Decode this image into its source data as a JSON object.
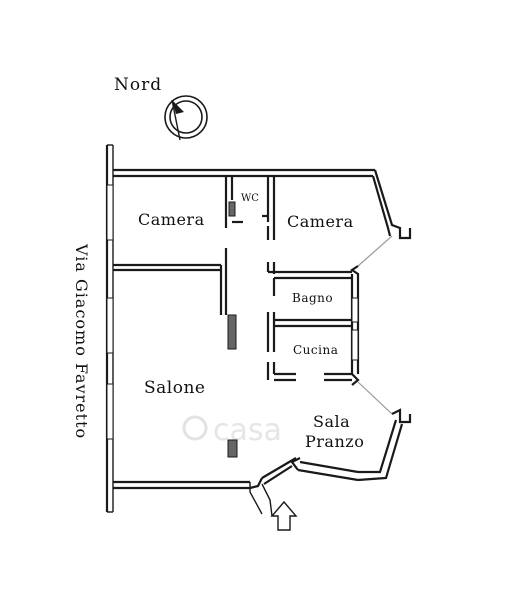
{
  "compass": {
    "label": "Nord"
  },
  "street": {
    "label": "Via Giacomo Favretto"
  },
  "rooms": [
    {
      "id": "camera-left",
      "label": "Camera"
    },
    {
      "id": "wc",
      "label": "WC"
    },
    {
      "id": "camera-right",
      "label": "Camera"
    },
    {
      "id": "bagno",
      "label": "Bagno"
    },
    {
      "id": "cucina",
      "label": "Cucina"
    },
    {
      "id": "salone",
      "label": "Salone"
    },
    {
      "id": "sala-pranzo-line1",
      "label": "Sala"
    },
    {
      "id": "sala-pranzo-line2",
      "label": "Pranzo"
    }
  ],
  "watermark": {
    "text": "casa"
  },
  "icons": {
    "entrance": "arrow-up-icon",
    "north": "compass-icon"
  }
}
